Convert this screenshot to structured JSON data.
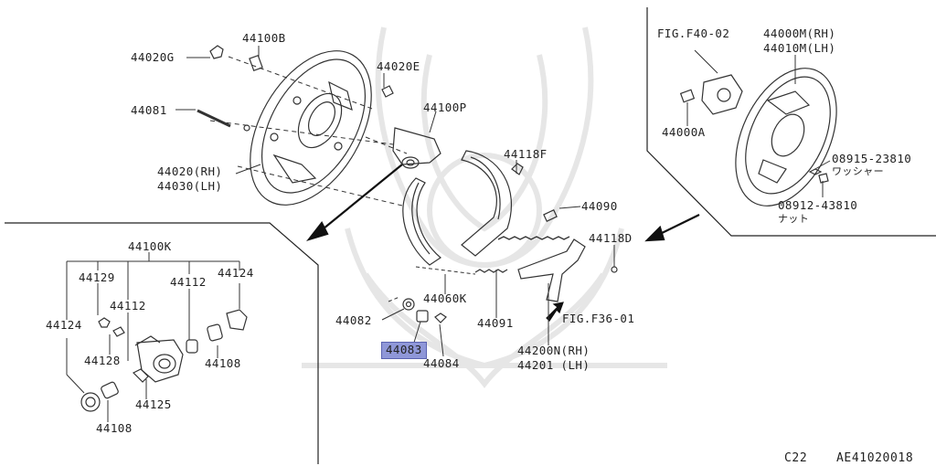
{
  "parts": {
    "p44020G": "44020G",
    "p44100B": "44100B",
    "p44020E": "44020E",
    "p44081": "44081",
    "p44100P": "44100P",
    "p44020RH": "44020(RH)",
    "p44030LH": "44030(LH)",
    "p44118F": "44118F",
    "p44090": "44090",
    "p44118D": "44118D",
    "p44060K": "44060K",
    "p44082": "44082",
    "p44083": "44083",
    "p44084": "44084",
    "p44091": "44091",
    "p44200N": "44200N(RH)",
    "p44201": "44201 (LH)",
    "p44100K": "44100K",
    "p44129": "44129",
    "p44112a": "44112",
    "p44112b": "44112",
    "p44124a": "44124",
    "p44124b": "44124",
    "p44128": "44128",
    "p44108a": "44108",
    "p44108b": "44108",
    "p44125": "44125",
    "p44000M": "44000M(RH)",
    "p44010M": "44010M(LH)",
    "p44000A": "44000A",
    "p08915": "08915-23810",
    "p08912": "08912-43810"
  },
  "refs": {
    "figF40": "FIG.F40-02",
    "figF36": "FIG.F36-01"
  },
  "notes": {
    "washer": "ワッシャー",
    "nut": "ナット"
  },
  "footer": {
    "section": "C22",
    "code": "AE41020018"
  },
  "selected": "44083",
  "colors": {
    "highlight": "#8f97d8",
    "line": "#333333",
    "watermark": "#e6e6e6"
  }
}
